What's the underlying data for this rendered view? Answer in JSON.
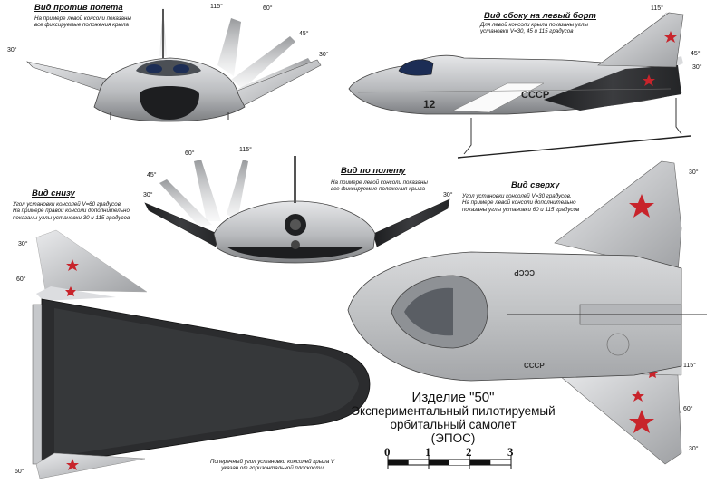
{
  "views": {
    "front": {
      "title": "Вид против полета",
      "note": [
        "На примере левой консоли показаны",
        "все фиксируемые положения крыла"
      ],
      "angles": [
        "30°",
        "115°",
        "60°",
        "45°",
        "30°"
      ]
    },
    "side": {
      "title": "Вид сбоку на левый борт",
      "note": [
        "Для левой консоли крыла показаны углы",
        "установки V=30, 45 и 115 градусов"
      ],
      "angles": [
        "115°",
        "45°",
        "30°"
      ],
      "fuselage_text": "СССР",
      "tail_number": "12"
    },
    "rear": {
      "title": "Вид по полету",
      "note": [
        "На примере левой консоли показаны",
        "все фиксируемые положения крыла"
      ],
      "angles": [
        "115°",
        "60°",
        "45°",
        "30°",
        "30°"
      ]
    },
    "bottom": {
      "title": "Вид снизу",
      "note": [
        "Угол установки консолей V=60 градусов.",
        "На примере правой консоли дополнительно",
        "показаны углы установки 30 и 115 градусов"
      ],
      "angles": [
        "30°",
        "60°",
        "60°"
      ]
    },
    "top": {
      "title": "Вид сверху",
      "note": [
        "Угол установки консолей V=30 градусов.",
        "На примере левой консоли дополнительно",
        "показаны углы установки 60 и 115 градусов"
      ],
      "angles": [
        "30°",
        "115°",
        "60°",
        "30°"
      ],
      "fuselage_text": "СССР"
    }
  },
  "caption": {
    "line1": "Изделие \"50\"",
    "line2": "Экспериментальный пилотируемый",
    "line3": "орбитальный самолет",
    "line4": "(ЭПОС)"
  },
  "footnote": [
    "Поперечный угол установки консолей крыла V",
    "указан от горизонтальной плоскости"
  ],
  "scale": {
    "ticks": [
      "0",
      "1",
      "2",
      "3"
    ]
  },
  "colors": {
    "star": "#c8242b",
    "hull_light": "#c9cbce",
    "hull_dark": "#3a3b3d",
    "belly": "#2b2c2e"
  }
}
